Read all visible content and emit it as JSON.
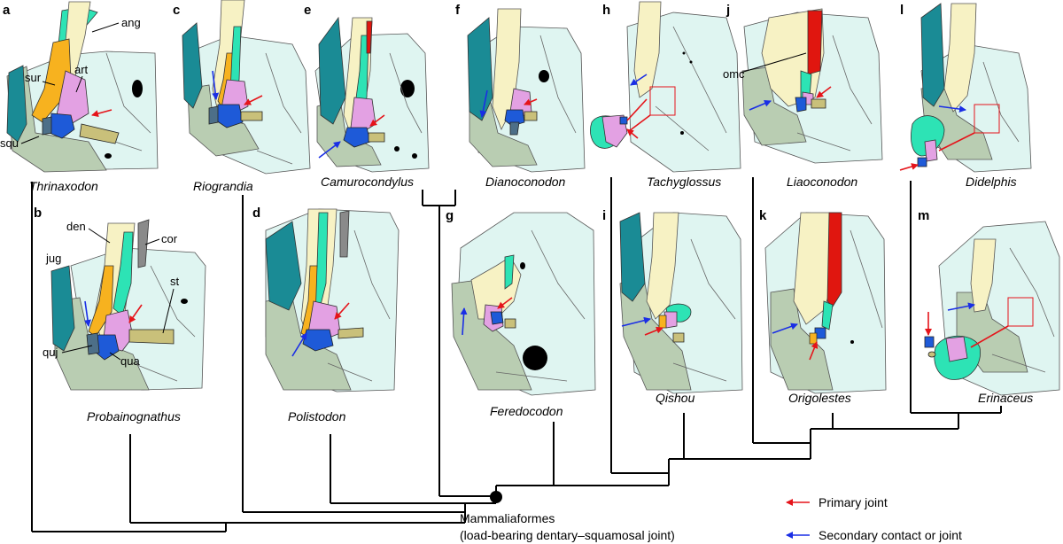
{
  "panels": {
    "a": {
      "letter": "a",
      "taxon": "Thrinaxodon"
    },
    "b": {
      "letter": "b",
      "taxon": "Probainognathus"
    },
    "c": {
      "letter": "c",
      "taxon": "Riograndia"
    },
    "d": {
      "letter": "d",
      "taxon": "Polistodon"
    },
    "e": {
      "letter": "e",
      "taxon": "Camurocondylus"
    },
    "f": {
      "letter": "f",
      "taxon": "Dianoconodon"
    },
    "g": {
      "letter": "g",
      "taxon": "Feredocodon"
    },
    "h": {
      "letter": "h",
      "taxon": "Tachyglossus"
    },
    "i": {
      "letter": "i",
      "taxon": "Qishou"
    },
    "j": {
      "letter": "j",
      "taxon": "Liaoconodon"
    },
    "k": {
      "letter": "k",
      "taxon": "Origolestes"
    },
    "l": {
      "letter": "l",
      "taxon": "Didelphis"
    },
    "m": {
      "letter": "m",
      "taxon": "Erinaceus"
    }
  },
  "bone_labels": {
    "ang": "ang",
    "sur": "sur",
    "art": "art",
    "squ": "squ",
    "den": "den",
    "cor": "cor",
    "jug": "jug",
    "st": "st",
    "quj": "quj",
    "qua": "qua",
    "omc": "omc"
  },
  "node": {
    "name": "Mammaliaformes",
    "description": "(load-bearing dentary–squamosal joint)"
  },
  "legend": {
    "primary": {
      "label": "Primary joint",
      "color": "#e5141a"
    },
    "secondary": {
      "label": "Secondary contact or joint",
      "color": "#1a2ee5"
    }
  },
  "colors": {
    "jugal": "#1a8b95",
    "dentary": "#f7f2c4",
    "angular": "#2de3b5",
    "surangular": "#f7b21f",
    "articular": "#e3a1e3",
    "quadrate": "#1e5ad8",
    "quadratojugal": "#4d6f88",
    "stapes": "#c9c07a",
    "coronoid": "#8a8a8a",
    "squamosal": "#b9cdb2",
    "cranium": "#dff5f1",
    "meckelian_cartilage": "#e0160f"
  }
}
